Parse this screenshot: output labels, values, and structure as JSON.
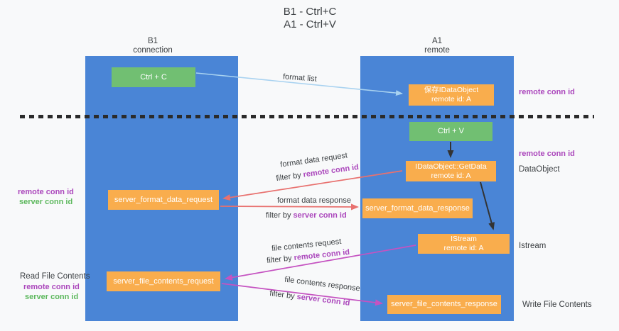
{
  "title": {
    "line1": "B1 - Ctrl+C",
    "line2": "A1 - Ctrl+V"
  },
  "lanes": {
    "b1": {
      "title": "B1",
      "subtitle": "connection"
    },
    "a1": {
      "title": "A1",
      "subtitle": "remote"
    }
  },
  "boxes": {
    "ctrl_c": {
      "label": "Ctrl + C"
    },
    "ctrl_v": {
      "label": "Ctrl + V"
    },
    "save_dataobject": {
      "line1": "保存IDataObject",
      "line2": "remote id: A"
    },
    "getdata": {
      "line1": "IDataObject::GetData",
      "line2": "remote id: A"
    },
    "istream": {
      "line1": "IStream",
      "line2": "remote id: A"
    },
    "format_request": {
      "label": "server_format_data_request"
    },
    "format_response": {
      "label": "server_format_data_response"
    },
    "file_request": {
      "label": "server_file_contents_request"
    },
    "file_response": {
      "label": "server_file_contents_response"
    }
  },
  "side_labels": {
    "remote_conn_top": "remote conn id",
    "remote_conn_mid": "remote conn id",
    "dataobject": "DataObject",
    "istream": "Istream",
    "write_file": "Write File Contents",
    "read_file": "Read File Contents",
    "left_remote_1": "remote conn id",
    "left_server_1": "server conn id",
    "left_remote_2": "remote conn id",
    "left_server_2": "server conn id"
  },
  "flow_labels": {
    "format_list": "format list",
    "format_request": "format data request",
    "format_request_filter_prefix": "filter by ",
    "format_request_filter_id": "remote conn id",
    "format_response": "format data response",
    "format_response_filter_prefix": "filter by ",
    "format_response_filter_id": "server conn id",
    "file_request": "file contents request",
    "file_request_filter_prefix": "filter by ",
    "file_request_filter_id": "remote conn id",
    "file_response": "file contents response",
    "file_response_filter_prefix": "filter by ",
    "file_response_filter_id": "server conn id"
  },
  "colors": {
    "lane_blue": "#4a85d6",
    "box_orange": "#f9ad4d",
    "box_green": "#71bf72",
    "purple_id": "#ab47bc",
    "green_id": "#5cb85c",
    "arrow_red": "#e8716f",
    "arrow_magenta": "#c553c1",
    "arrow_light_blue": "#a8d2f0",
    "arrow_black": "#333333",
    "text_dark": "#3c4043",
    "background": "#f8f9fa"
  }
}
